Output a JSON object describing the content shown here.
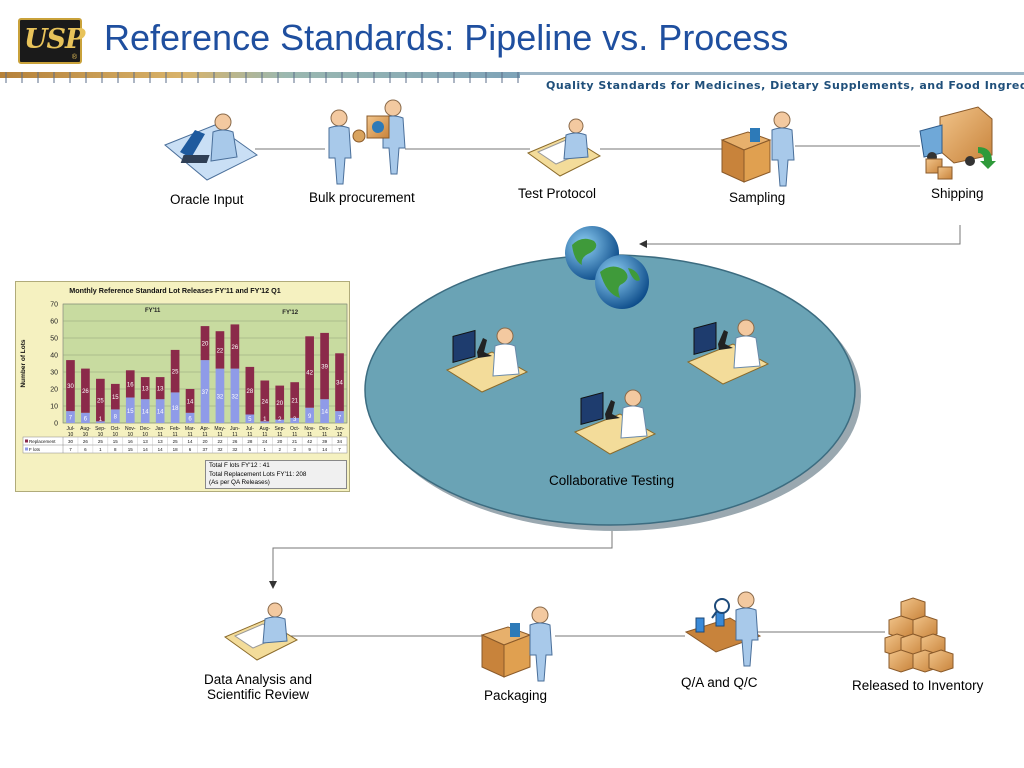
{
  "header": {
    "logo_text": "USP",
    "logo_reg": "®",
    "title": "Reference Standards: Pipeline vs. Process",
    "tagline": "Quality Standards for Medicines, Dietary Supplements, and Food Ingredients"
  },
  "pipeline": {
    "oracle_input": "Oracle Input",
    "bulk_procurement": "Bulk procurement",
    "test_protocol": "Test Protocol",
    "sampling": "Sampling",
    "shipping": "Shipping",
    "collaborative_testing": "Collaborative Testing",
    "data_analysis_line1": "Data Analysis and",
    "data_analysis_line2": "Scientific Review",
    "packaging": "Packaging",
    "qa_qc": "Q/A and Q/C",
    "released": "Released to Inventory"
  },
  "chart_note": {
    "line1": "Total F lots FY'12 : 41",
    "line2": "Total Replacement Lots FY'11: 208",
    "line3": "(As per QA Releases)"
  },
  "colors": {
    "title": "#1f4f9f",
    "replacement": "#8b2a4a",
    "f_lots": "#8f9be8",
    "plot_bg": "#c8dba0",
    "ellipse": "#6aa3b5"
  },
  "chart_data": {
    "type": "bar",
    "stacked": true,
    "title": "Monthly Reference Standard Lot Releases FY'11 and FY'12 Q1",
    "ylabel": "Number of Lots",
    "ylim": [
      0,
      70
    ],
    "yticks": [
      0,
      10,
      20,
      30,
      40,
      50,
      60,
      70
    ],
    "grid": true,
    "period_labels": [
      "FY'11",
      "FY'12"
    ],
    "categories": [
      [
        "Jul-",
        "10"
      ],
      [
        "Aug-",
        "10"
      ],
      [
        "Sep-",
        "10"
      ],
      [
        "Oct-",
        "10"
      ],
      [
        "Nov-",
        "10"
      ],
      [
        "Dec-",
        "10"
      ],
      [
        "Jan-",
        "11"
      ],
      [
        "Feb-",
        "11"
      ],
      [
        "Mar-",
        "11"
      ],
      [
        "Apr-",
        "11"
      ],
      [
        "May-",
        "11"
      ],
      [
        "Jun-",
        "11"
      ],
      [
        "Jul-",
        "11"
      ],
      [
        "Aug-",
        "11"
      ],
      [
        "Sep-",
        "11"
      ],
      [
        "Oct-",
        "11"
      ],
      [
        "Nov-",
        "11"
      ],
      [
        "Dec-",
        "11"
      ],
      [
        "Jan-",
        "12"
      ]
    ],
    "series": [
      {
        "name": "F lots",
        "values": [
          7,
          6,
          1,
          8,
          15,
          14,
          14,
          18,
          6,
          37,
          32,
          32,
          5,
          1,
          2,
          3,
          9,
          14,
          7
        ]
      },
      {
        "name": "Replacement",
        "values": [
          30,
          26,
          25,
          15,
          16,
          13,
          13,
          25,
          14,
          20,
          22,
          26,
          28,
          24,
          20,
          21,
          42,
          39,
          34
        ]
      }
    ]
  }
}
